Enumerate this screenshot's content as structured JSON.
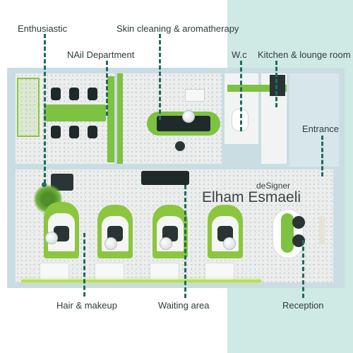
{
  "labels": {
    "enthusiastic": "Enthusiastic",
    "skin": "Skin cleaning & aromatherapy",
    "nail": "NAil Department",
    "wc": "W.c",
    "kitchen": "Kitchen & lounge room",
    "entrance": "Entrance",
    "hair": "Hair & makeup",
    "waiting": "Waiting area",
    "reception": "Reception"
  },
  "designer": {
    "prefix": "deSigner",
    "name": "Elham Esmaeli"
  },
  "colors": {
    "accent_green": "#7dc242",
    "leader_line": "#1f6b5f",
    "side_panel": "#cfe9e5"
  }
}
